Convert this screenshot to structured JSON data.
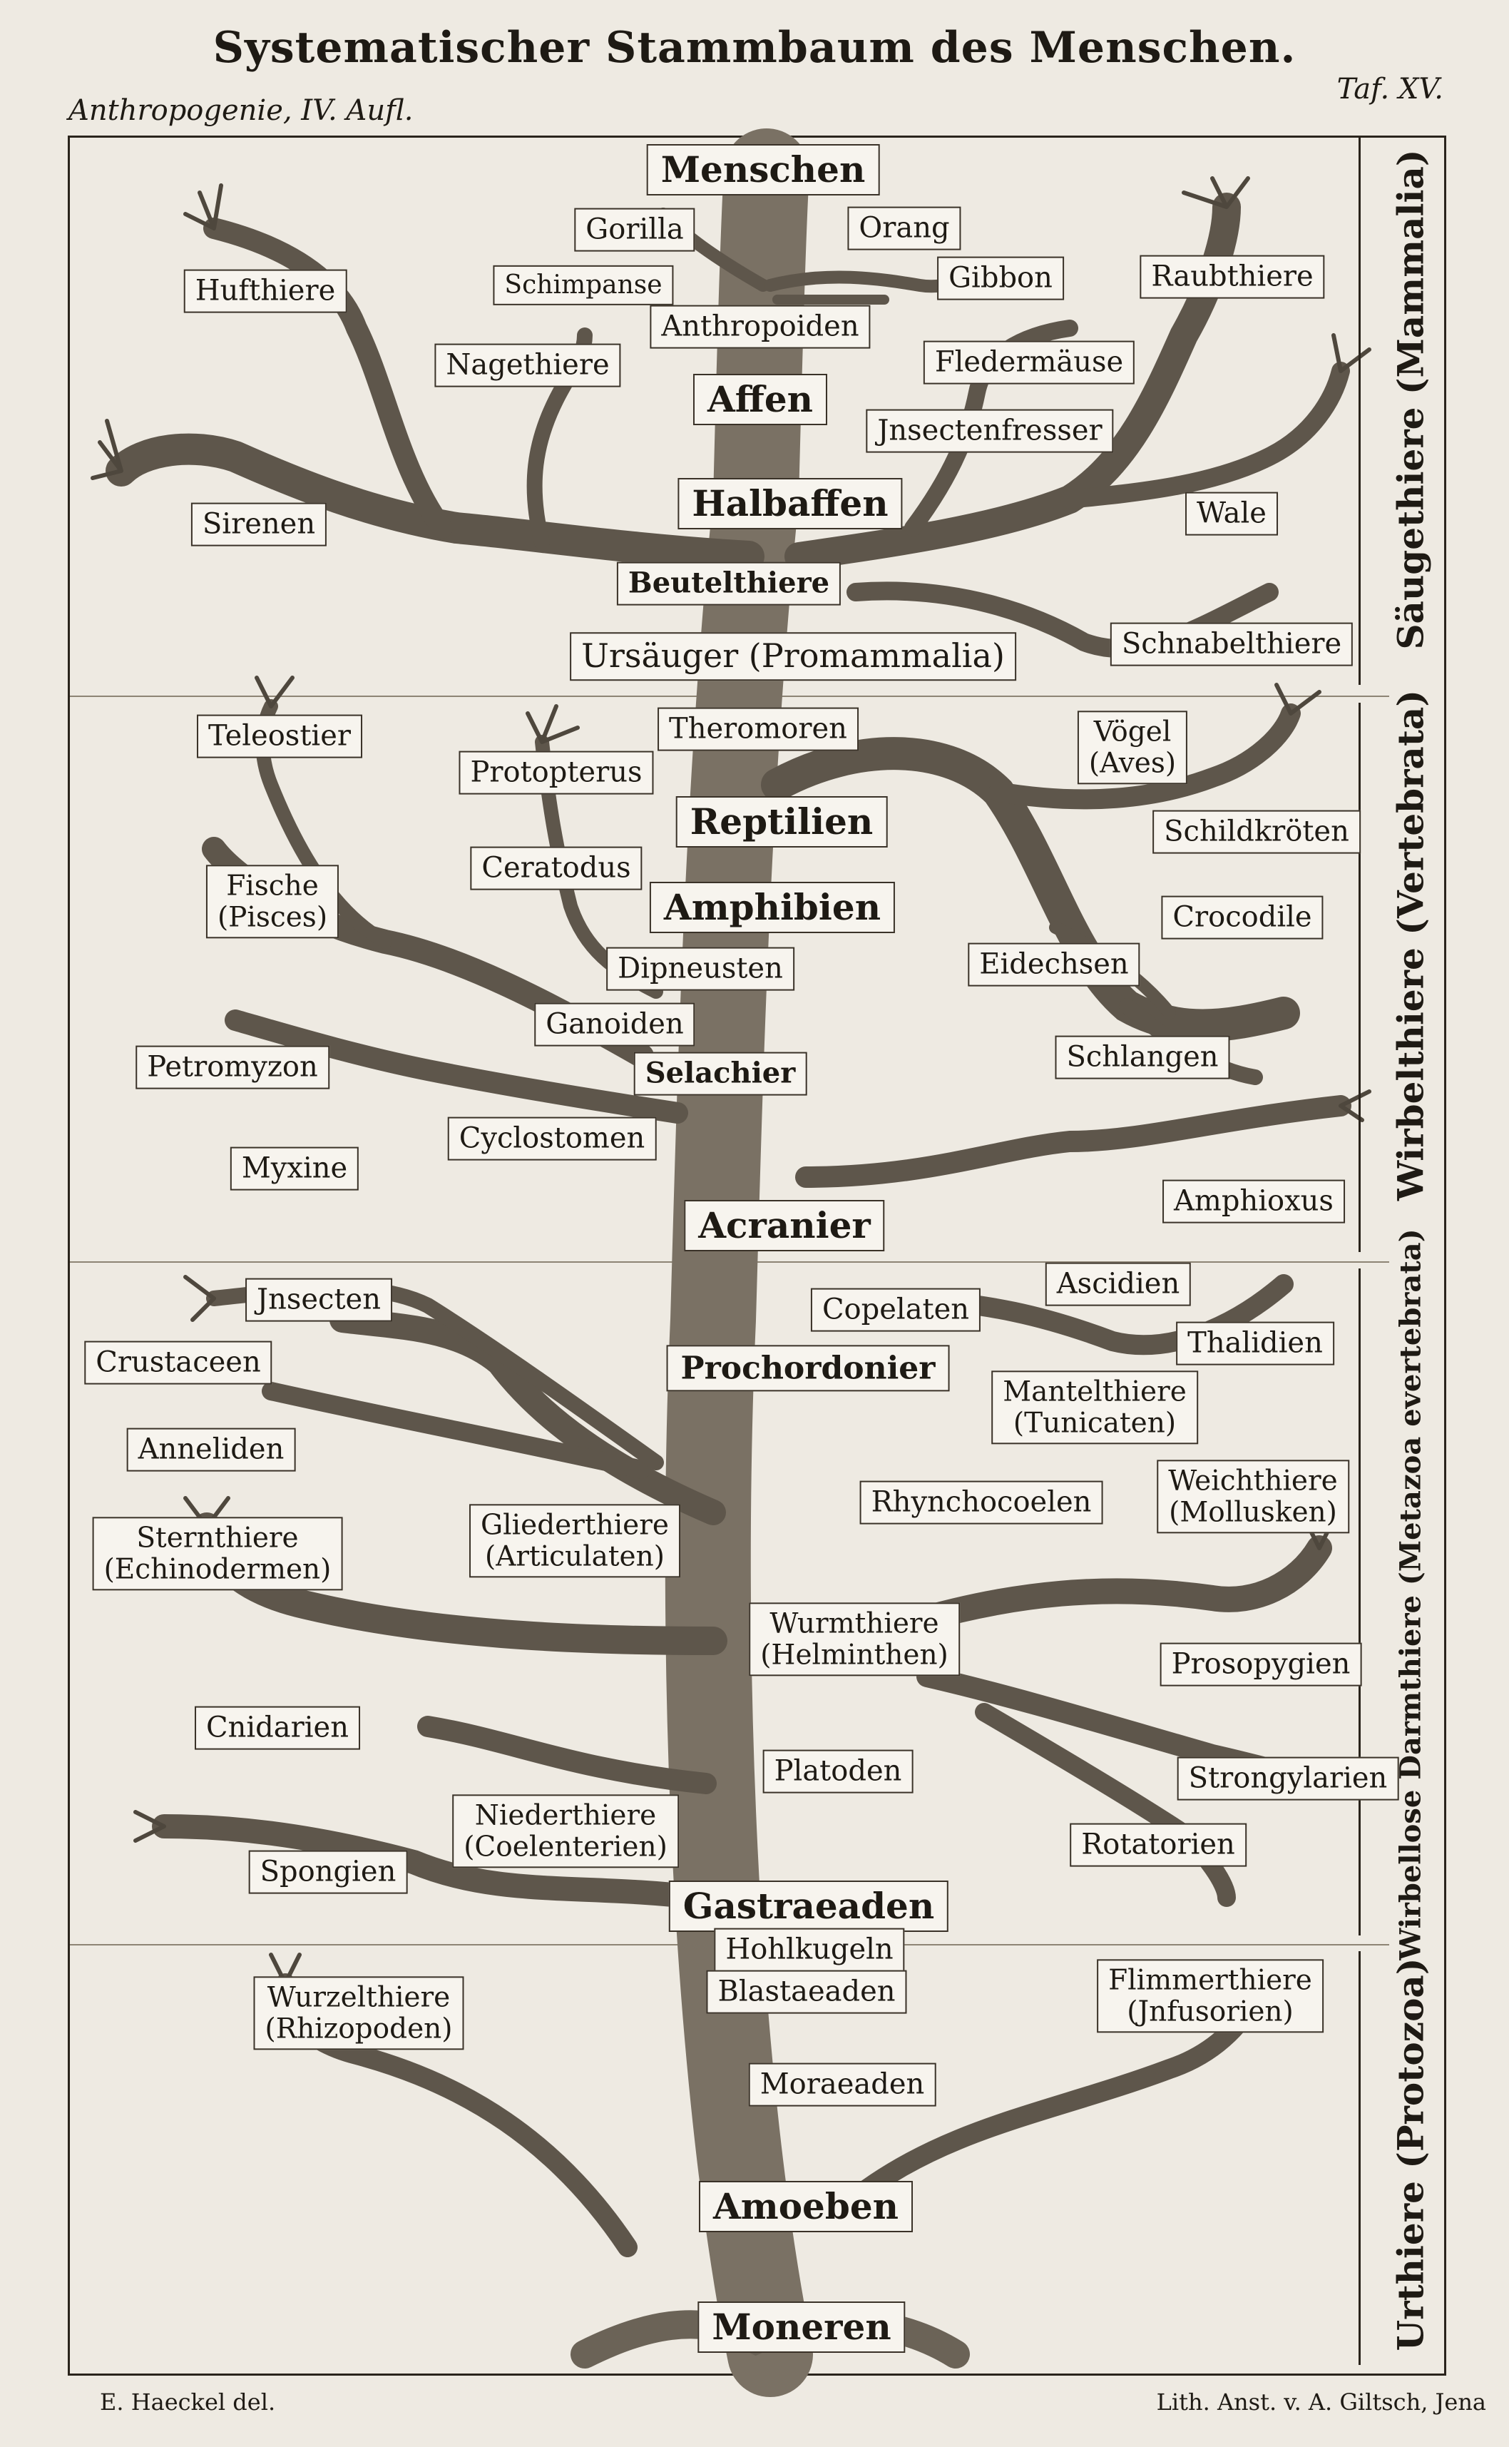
{
  "header": {
    "title": "Systematischer Stammbaum des Menschen.",
    "subtitle_left": "Anthropogenie, IV. Aufl.",
    "plate": "Taf. XV."
  },
  "groups": [
    {
      "key": "mammalia",
      "label": "Säugethiere (Mammalia)"
    },
    {
      "key": "vertebrata",
      "label": "Wirbelthiere (Vertebrata)"
    },
    {
      "key": "invertebrata",
      "label": "Wirbellose Darmthiere (Metazoa evertebrata)"
    },
    {
      "key": "protozoa",
      "label": "Urthiere (Protozoa)"
    }
  ],
  "labels": [
    {
      "key": "menschen",
      "text": "Menschen"
    },
    {
      "key": "gorilla",
      "text": "Gorilla"
    },
    {
      "key": "orang",
      "text": "Orang"
    },
    {
      "key": "hufthiere",
      "text": "Hufthiere"
    },
    {
      "key": "schimpanse",
      "text": "Schimpanse"
    },
    {
      "key": "gibbon",
      "text": "Gibbon"
    },
    {
      "key": "raubthiere",
      "text": "Raubthiere"
    },
    {
      "key": "anthropoiden",
      "text": "Anthropoiden"
    },
    {
      "key": "nagethiere",
      "text": "Nagethiere"
    },
    {
      "key": "fledermaeuse",
      "text": "Fledermäuse"
    },
    {
      "key": "affen",
      "text": "Affen"
    },
    {
      "key": "insectenfresser",
      "text": "Jnsectenfresser"
    },
    {
      "key": "sirenen",
      "text": "Sirenen"
    },
    {
      "key": "halbaffen",
      "text": "Halbaffen"
    },
    {
      "key": "wale",
      "text": "Wale"
    },
    {
      "key": "beutelthiere",
      "text": "Beutelthiere"
    },
    {
      "key": "schnabelthiere",
      "text": "Schnabelthiere"
    },
    {
      "key": "ursaeuger",
      "text": "Ursäuger (Promammalia)"
    },
    {
      "key": "teleostier",
      "text": "Teleostier"
    },
    {
      "key": "theromoren",
      "text": "Theromoren"
    },
    {
      "key": "voegel",
      "text": "Vögel\n(Aves)"
    },
    {
      "key": "protopterus",
      "text": "Protopterus"
    },
    {
      "key": "reptilien",
      "text": "Reptilien"
    },
    {
      "key": "schildkroeten",
      "text": "Schildkröten"
    },
    {
      "key": "fische",
      "text": "Fische\n(Pisces)"
    },
    {
      "key": "ceratodus",
      "text": "Ceratodus"
    },
    {
      "key": "amphibien",
      "text": "Amphibien"
    },
    {
      "key": "crocodile",
      "text": "Crocodile"
    },
    {
      "key": "eidechsen",
      "text": "Eidechsen"
    },
    {
      "key": "dipneusten",
      "text": "Dipneusten"
    },
    {
      "key": "ganoiden",
      "text": "Ganoiden"
    },
    {
      "key": "petromyzon",
      "text": "Petromyzon"
    },
    {
      "key": "selachier",
      "text": "Selachier"
    },
    {
      "key": "schlangen",
      "text": "Schlangen"
    },
    {
      "key": "cyclostomen",
      "text": "Cyclostomen"
    },
    {
      "key": "myxine",
      "text": "Myxine"
    },
    {
      "key": "acranier",
      "text": "Acranier"
    },
    {
      "key": "amphioxus",
      "text": "Amphioxus"
    },
    {
      "key": "insecten",
      "text": "Jnsecten"
    },
    {
      "key": "ascidien",
      "text": "Ascidien"
    },
    {
      "key": "copelaten",
      "text": "Copelaten"
    },
    {
      "key": "crustaceen",
      "text": "Crustaceen"
    },
    {
      "key": "thalidien",
      "text": "Thalidien"
    },
    {
      "key": "prochordonier",
      "text": "Prochordonier"
    },
    {
      "key": "mantelthiere",
      "text": "Mantelthiere\n(Tunicaten)"
    },
    {
      "key": "anneliden",
      "text": "Anneliden"
    },
    {
      "key": "weichthiere",
      "text": "Weichthiere\n(Mollusken)"
    },
    {
      "key": "sternthiere",
      "text": "Sternthiere\n(Echinodermen)"
    },
    {
      "key": "gliederthiere",
      "text": "Gliederthiere\n(Articulaten)"
    },
    {
      "key": "rhynchocoelen",
      "text": "Rhynchocoelen"
    },
    {
      "key": "wurmthiere",
      "text": "Wurmthiere\n(Helminthen)"
    },
    {
      "key": "prosopygien",
      "text": "Prosopygien"
    },
    {
      "key": "cnidarien",
      "text": "Cnidarien"
    },
    {
      "key": "platoden",
      "text": "Platoden"
    },
    {
      "key": "strongylarien",
      "text": "Strongylarien"
    },
    {
      "key": "niederthiere",
      "text": "Niederthiere\n(Coelenterien)"
    },
    {
      "key": "rotatorien",
      "text": "Rotatorien"
    },
    {
      "key": "spongien",
      "text": "Spongien"
    },
    {
      "key": "gastraeaden",
      "text": "Gastraeaden"
    },
    {
      "key": "hohlkugeln",
      "text": "Hohlkugeln"
    },
    {
      "key": "wurzelthiere",
      "text": "Wurzelthiere\n(Rhizopoden)"
    },
    {
      "key": "flimmerthiere",
      "text": "Flimmerthiere\n(Jnfusorien)"
    },
    {
      "key": "blastaeaden",
      "text": "Blastaeaden"
    },
    {
      "key": "moraeaden",
      "text": "Moraeaden"
    },
    {
      "key": "amoeben",
      "text": "Amoeben"
    },
    {
      "key": "moneren",
      "text": "Moneren"
    }
  ],
  "footer": {
    "left": "E. Haeckel del.",
    "right": "Lith. Anst. v. A. Giltsch, Jena"
  },
  "colors": {
    "paper": "#eeeae2",
    "ink": "#1e1a14",
    "bark": "#6f665a"
  }
}
